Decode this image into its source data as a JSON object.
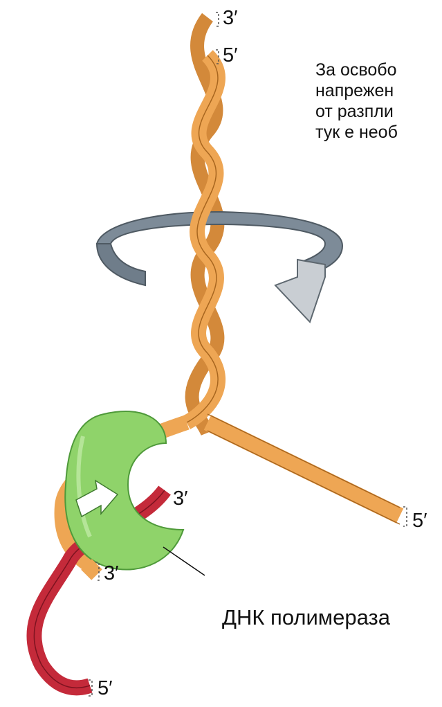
{
  "caption": {
    "lines": [
      "За освобо",
      "напрежен",
      "от разпли",
      "тук е необ"
    ]
  },
  "labels": {
    "top_3": "3′",
    "top_5": "5′",
    "right_5": "5′",
    "red_3": "3′",
    "bottom_3": "3′",
    "bottom_5": "5′",
    "polymerase": "ДНК полимераза"
  },
  "colors": {
    "strand_orange": "#e8a04a",
    "strand_orange_dark": "#b9722a",
    "strand_red": "#c42a3a",
    "strand_red_dark": "#8e1626",
    "enzyme_green": "#8fd36a",
    "enzyme_green_dark": "#4f9a3a",
    "arrow_grey": "#8a97a3",
    "arrow_grey_light": "#c7cdd3"
  },
  "icons": {
    "rotation_arrow": "curved-rotation-arrow-icon",
    "enzyme_arrow": "white-direction-arrow-icon"
  }
}
